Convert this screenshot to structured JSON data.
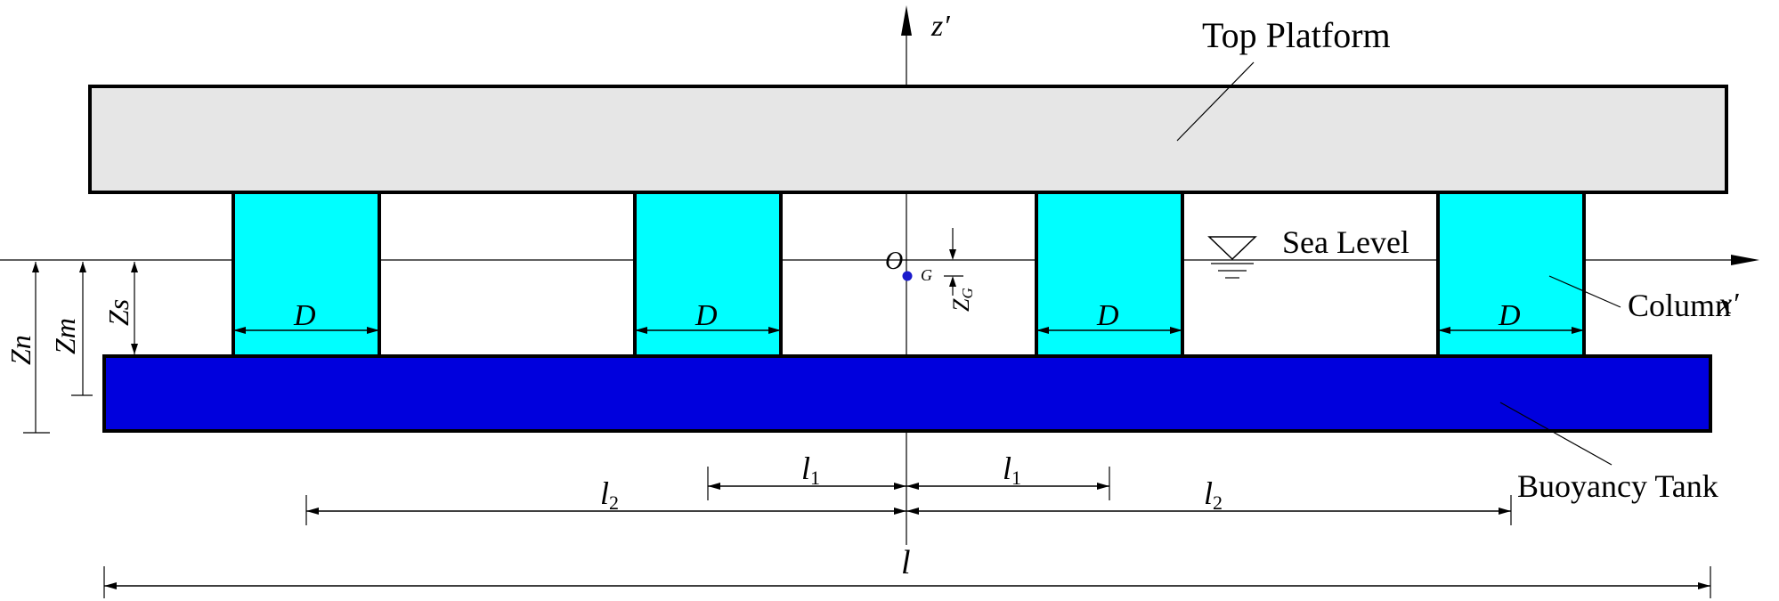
{
  "labels": {
    "top_platform": "Top Platform",
    "sea_level": "Sea Level",
    "column": "Column",
    "buoyancy_tank": "Buoyancy Tank",
    "z_axis": "z′",
    "x_axis": "x′",
    "origin": "O",
    "g_point": "G",
    "z_g": "Z",
    "z_g_sub": "G",
    "column_diameter": "D",
    "l1": "l",
    "l1_sub": "1",
    "l2": "l",
    "l2_sub": "2",
    "l_total": "l",
    "z_n": "Zn",
    "z_m": "Zm",
    "z_s": "Zs"
  },
  "colors": {
    "platform_fill": "#e6e6e6",
    "column_fill": "#00ffff",
    "tank_fill": "#0000dd",
    "g_point": "#1a1acc",
    "line": "#000000"
  }
}
